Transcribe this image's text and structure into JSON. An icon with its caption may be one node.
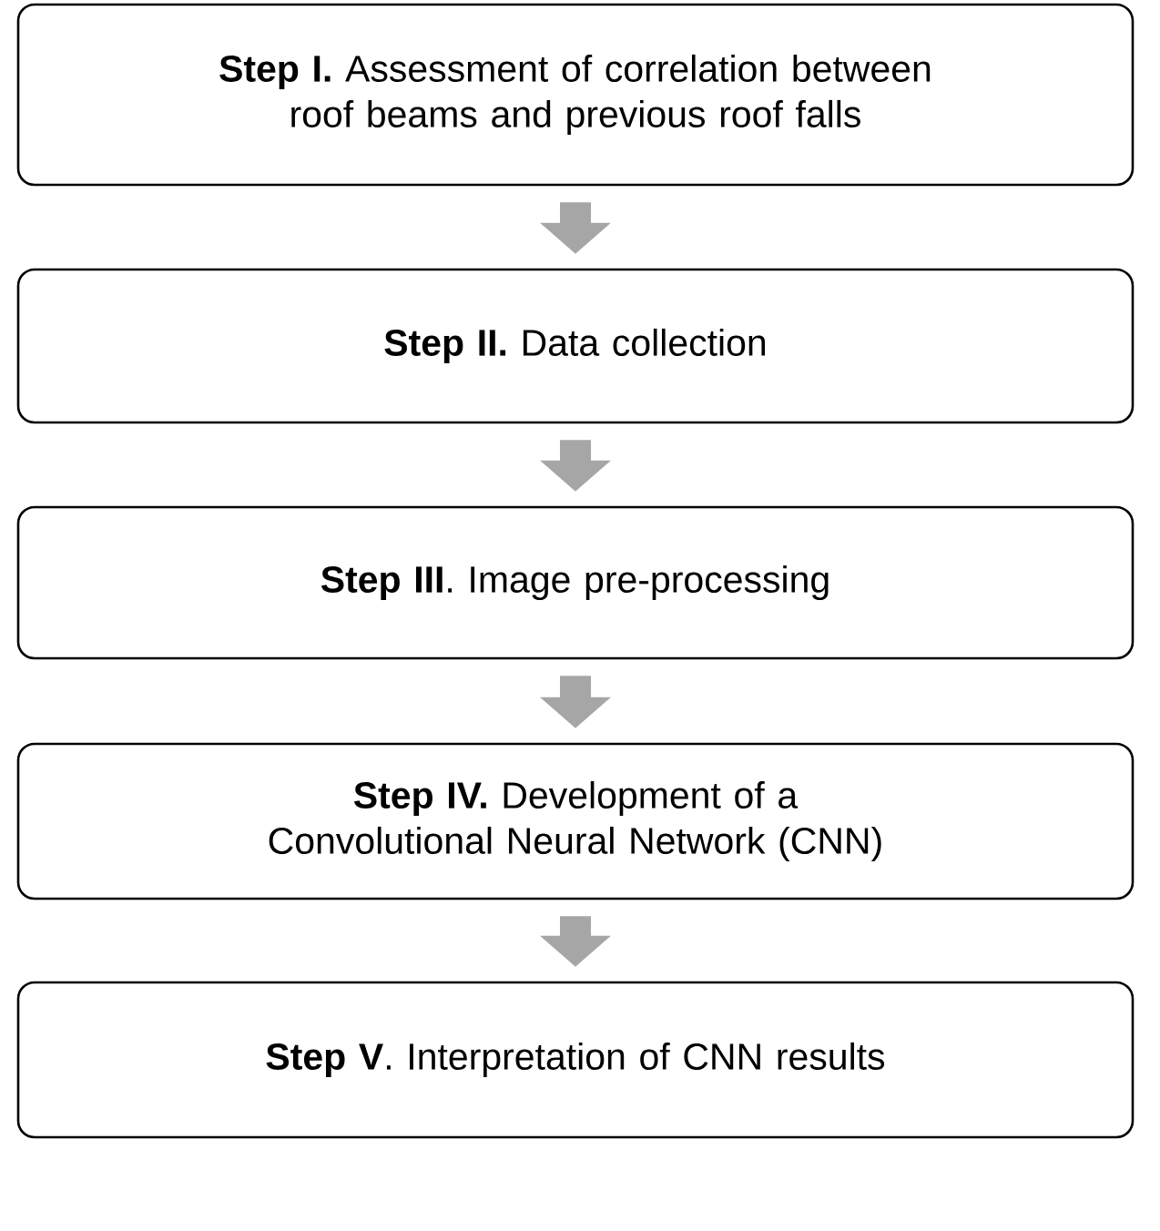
{
  "diagram": {
    "nodes": [
      {
        "text": [
          "**Step I.** Assessment of correlation between roof beams and previous roof falls"
        ]
      },
      {
        "text": [
          "**Step II.** Data collection"
        ]
      },
      {
        "text": [
          "**Step III**. Image pre-processing"
        ]
      },
      {
        "text": [
          "**Step IV.** Development of a Convolutional Neural Network (CNN)"
        ]
      },
      {
        "text": [
          "**Step V**. Interpretation of CNN results"
        ]
      }
    ],
    "edges": [
      {
        "from": 0,
        "to": 1,
        "arrow": "to"
      },
      {
        "from": 1,
        "to": 2,
        "arrow": "to"
      },
      {
        "from": 2,
        "to": 3,
        "arrow": "to"
      },
      {
        "from": 3,
        "to": 4,
        "arrow": "to"
      }
    ]
  }
}
